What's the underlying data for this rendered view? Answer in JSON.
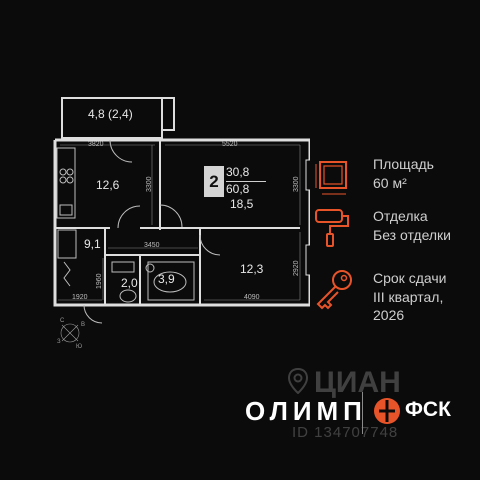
{
  "apartment": {
    "rooms_count": "2",
    "living_area": "30,8",
    "total_area": "60,8"
  },
  "rooms": {
    "balcony": "4,8 (2,4)",
    "kitchen": "12,6",
    "living_room": "18,5",
    "hall": "9,1",
    "bedroom": "12,3",
    "bathroom": "3,9",
    "toilet": "2,0"
  },
  "dimensions": {
    "d3820": "3820",
    "d5520": "5520",
    "d3300a": "3300",
    "d3300b": "3300",
    "d3450": "3450",
    "d2920": "2920",
    "d1960": "1960",
    "d1920": "1920",
    "d4090": "4090"
  },
  "compass": {
    "n": "С",
    "s": "Ю",
    "w": "З",
    "e": "В"
  },
  "info": {
    "area_label": "Площадь",
    "area_value": "60 м²",
    "finish_label": "Отделка",
    "finish_value": "Без отделки",
    "deadline_label": "Срок сдачи",
    "deadline_value_1": "III квартал,",
    "deadline_value_2": "2026"
  },
  "brand": {
    "olimp": "ОЛИМП",
    "fsk": "ФСК"
  },
  "watermark": {
    "site": "ЦИАН",
    "id_text": "ID 134707748"
  },
  "colors": {
    "accent": "#e8542a",
    "background": "#0b0b0b",
    "wall": "#e0e0e0"
  }
}
